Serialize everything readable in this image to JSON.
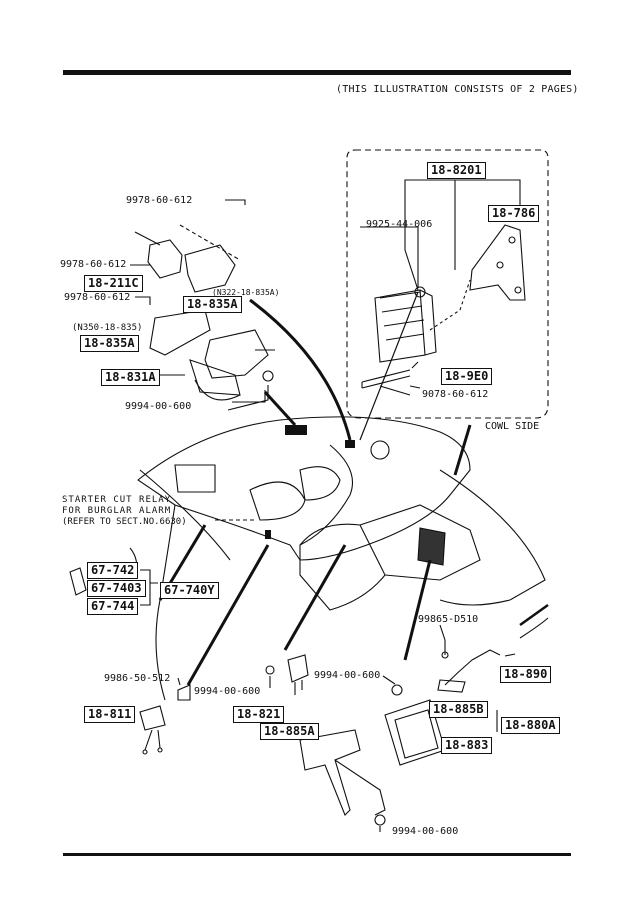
{
  "header_note": "(THIS ILLUSTRATION CONSISTS OF  2 PAGES)",
  "parts": {
    "p9978_60_612_a": "9978-60-612",
    "p9978_60_612_b": "9978-60-612",
    "p9978_60_612_c": "9978-60-612",
    "p18_211C": "18-211C",
    "p18_835A_a": "18-835A",
    "p18_835A_b": "18-835A",
    "n322": "(N322-18-835A)",
    "n350": "(N350-18-835)",
    "p18_831A": "18-831A",
    "p9994_00_600_a": "9994-00-600",
    "p18_8201": "18-8201",
    "p18_786": "18-786",
    "p9925_44_006": "9925-44-006",
    "p18_9E0": "18-9E0",
    "p9078_60_612": "9078-60-612",
    "cowl_side": "COWL SIDE",
    "relay_note_1": "STARTER CUT RELAY",
    "relay_note_2": "FOR BURGLAR ALARM",
    "relay_note_3": "(REFER TO SECT.NO.6630)",
    "p67_742": "67-742",
    "p67_7403": "67-7403",
    "p67_744": "67-744",
    "p67_740Y": "67-740Y",
    "p99865_D510": "99865-D510",
    "p18_890": "18-890",
    "p9986_50_512": "9986-50-512",
    "p9994_00_600_b": "9994-00-600",
    "p9994_00_600_c": "9994-00-600",
    "p18_811": "18-811",
    "p18_821": "18-821",
    "p18_885A": "18-885A",
    "p18_885B": "18-885B",
    "p18_880A": "18-880A",
    "p18_883": "18-883",
    "p9994_00_600_d": "9994-00-600"
  }
}
